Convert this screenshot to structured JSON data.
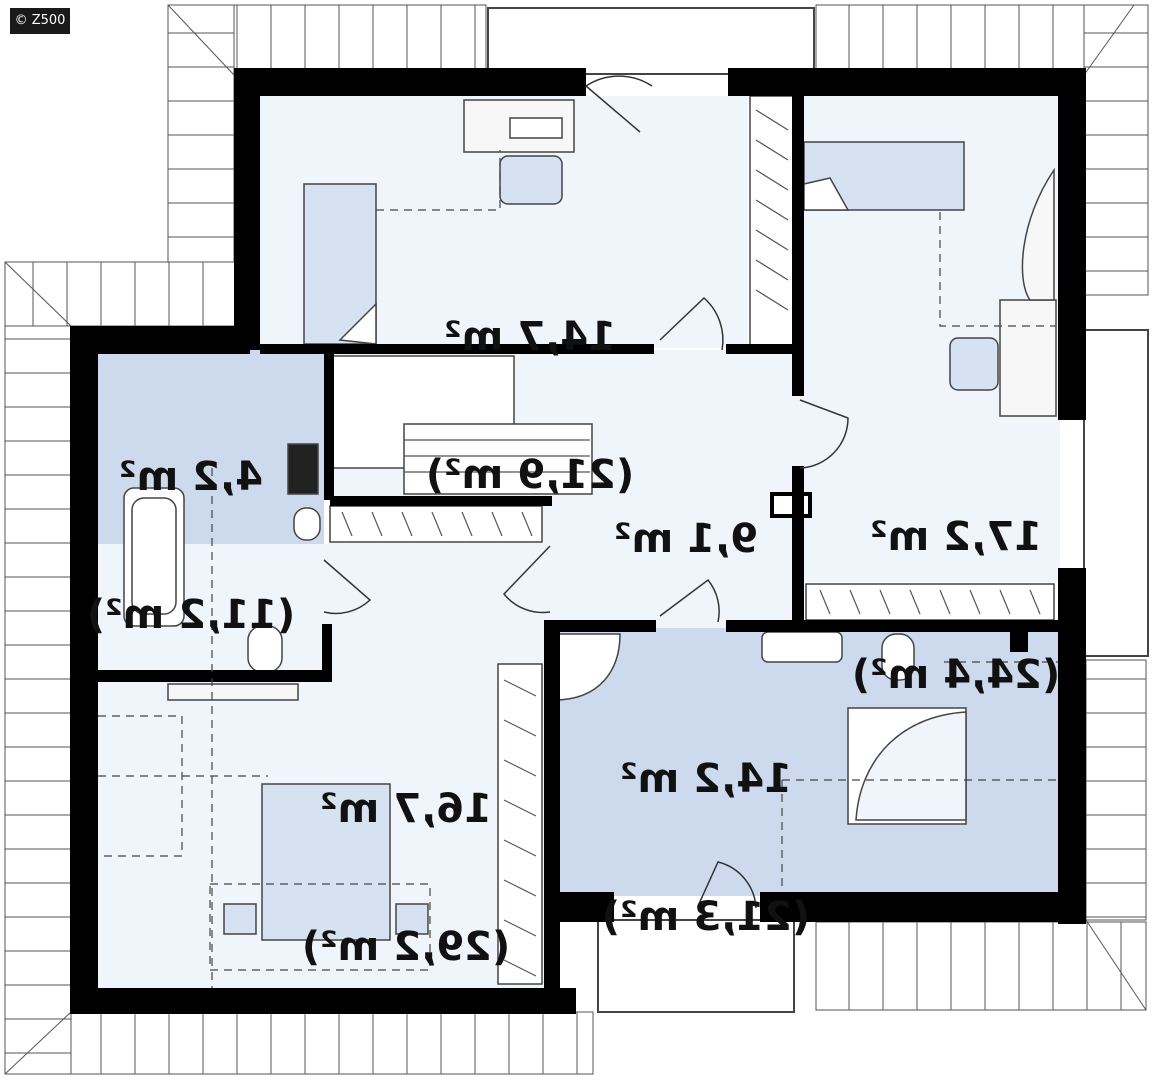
{
  "watermark": "© Z500",
  "colors": {
    "wall": "#000000",
    "room": "#f0f4fb",
    "wet_room": "#cddaee",
    "furniture": "#d6e1f2",
    "roof": "#ffffff"
  },
  "rooms": [
    {
      "id": "bedroom-top",
      "area": "14,7 m²",
      "gross": "(21,9 m²)"
    },
    {
      "id": "bathroom-left",
      "area": "4,2 m²",
      "gross": "(11,2 m²)"
    },
    {
      "id": "hall",
      "area": "9,1 m²",
      "gross": ""
    },
    {
      "id": "bedroom-right",
      "area": "17,2 m²",
      "gross": "(24,4 m²)"
    },
    {
      "id": "bathroom-main",
      "area": "14,2 m²",
      "gross": "(21,3 m²)"
    },
    {
      "id": "bedroom-bottom",
      "area": "16,7 m²",
      "gross": "(29,2 m²)"
    }
  ]
}
